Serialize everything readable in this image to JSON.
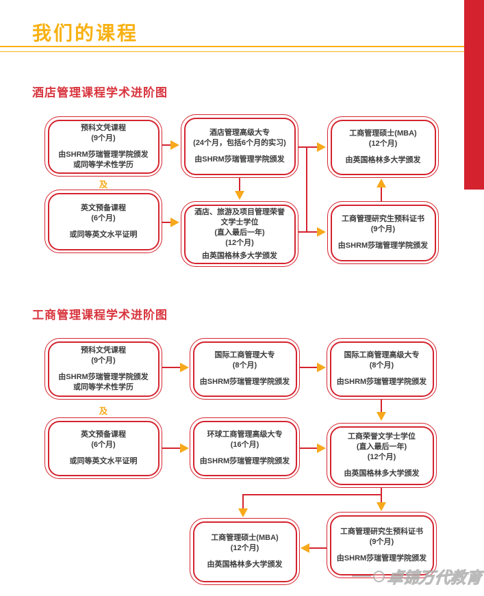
{
  "page": {
    "title": "我们的课程",
    "and_label": "及",
    "watermark": "卓锦万代教育"
  },
  "colors": {
    "red": "#D4232E",
    "gold": "#F7A81B",
    "title_gold": "#F8B112",
    "text_dark": "#3C3C3C",
    "watermark_gray": "#AFAFAF"
  },
  "sections": [
    {
      "heading": "酒店管理课程学术进阶图",
      "boxes": {
        "foundation_diploma": {
          "lines": [
            "预科文凭课程",
            "(9个月)",
            "",
            "由SHRM莎瑞管理学院颁发",
            "或同等学术性学历"
          ]
        },
        "english_prep": {
          "lines": [
            "英文预备课程",
            "(6个月)",
            "",
            "或同等英文水平证明"
          ]
        },
        "hotel_adv_diploma": {
          "lines": [
            "酒店管理高级大专",
            "(24个月，包括6个月的实习)",
            "",
            "由SHRM莎瑞管理学院颁发"
          ]
        },
        "hotel_bachelor": {
          "lines": [
            "酒店、旅游及项目管理荣誉",
            "文学士学位",
            "(直入最后一年)",
            "(12个月)",
            "",
            "由英国格林多大学颁发"
          ]
        },
        "mba": {
          "lines": [
            "工商管理硕士(MBA)",
            "(12个月)",
            "",
            "由英国格林多大学颁发"
          ]
        },
        "pg_foundation_cert": {
          "lines": [
            "工商管理研究生预科证书",
            "(9个月)",
            "",
            "由SHRM莎瑞管理学院颁发"
          ]
        }
      }
    },
    {
      "heading": "工商管理课程学术进阶图",
      "boxes": {
        "foundation_diploma": {
          "lines": [
            "预科文凭课程",
            "(9个月)",
            "",
            "由SHRM莎瑞管理学院颁发",
            "或同等学术性学历"
          ]
        },
        "english_prep": {
          "lines": [
            "英文预备课程",
            "(6个月)",
            "",
            "或同等英文水平证明"
          ]
        },
        "intl_business_diploma": {
          "lines": [
            "国际工商管理大专",
            "(8个月)",
            "",
            "由SHRM莎瑞管理学院颁发"
          ]
        },
        "intl_business_adv_diploma": {
          "lines": [
            "国际工商管理高级大专",
            "(8个月)",
            "",
            "由SHRM莎瑞管理学院颁发"
          ]
        },
        "global_business_adv_diploma": {
          "lines": [
            "环球工商管理高级大专",
            "(16个月)",
            "",
            "由SHRM莎瑞管理学院颁发"
          ]
        },
        "business_bachelor": {
          "lines": [
            "工商荣誉文学士学位",
            "(直入最后一年)",
            "(12个月)",
            "",
            "由英国格林多大学颁发"
          ]
        },
        "mba": {
          "lines": [
            "工商管理硕士(MBA)",
            "(12个月)",
            "",
            "由英国格林多大学颁发"
          ]
        },
        "pg_foundation_cert": {
          "lines": [
            "工商管理研究生预科证书",
            "(9个月)",
            "",
            "由SHRM莎瑞管理学院颁发"
          ]
        }
      }
    }
  ]
}
